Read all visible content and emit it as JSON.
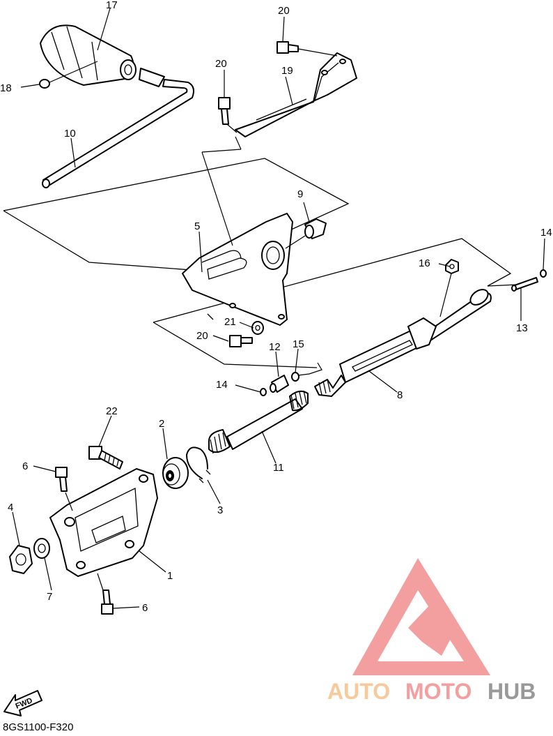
{
  "diagram_code": "8GS1100-F320",
  "direction_label": "FWD",
  "watermark": {
    "word_auto": "AUTO",
    "word_moto": "MOTO",
    "word_hub": "HUB",
    "color_triangle": "#f08080",
    "color_auto": "#f5b77a",
    "color_moto": "#f08080",
    "color_hub": "#777777"
  },
  "callouts": {
    "c1": "1",
    "c2": "2",
    "c3": "3",
    "c4": "4",
    "c5": "5",
    "c6a": "6",
    "c6b": "6",
    "c7": "7",
    "c8": "8",
    "c9": "9",
    "c10": "10",
    "c11": "11",
    "c12": "12",
    "c13": "13",
    "c14a": "14",
    "c14b": "14",
    "c15": "15",
    "c16": "16",
    "c17": "17",
    "c18": "18",
    "c19": "19",
    "c20a": "20",
    "c20b": "20",
    "c20c": "20",
    "c21": "21",
    "c22": "22"
  }
}
